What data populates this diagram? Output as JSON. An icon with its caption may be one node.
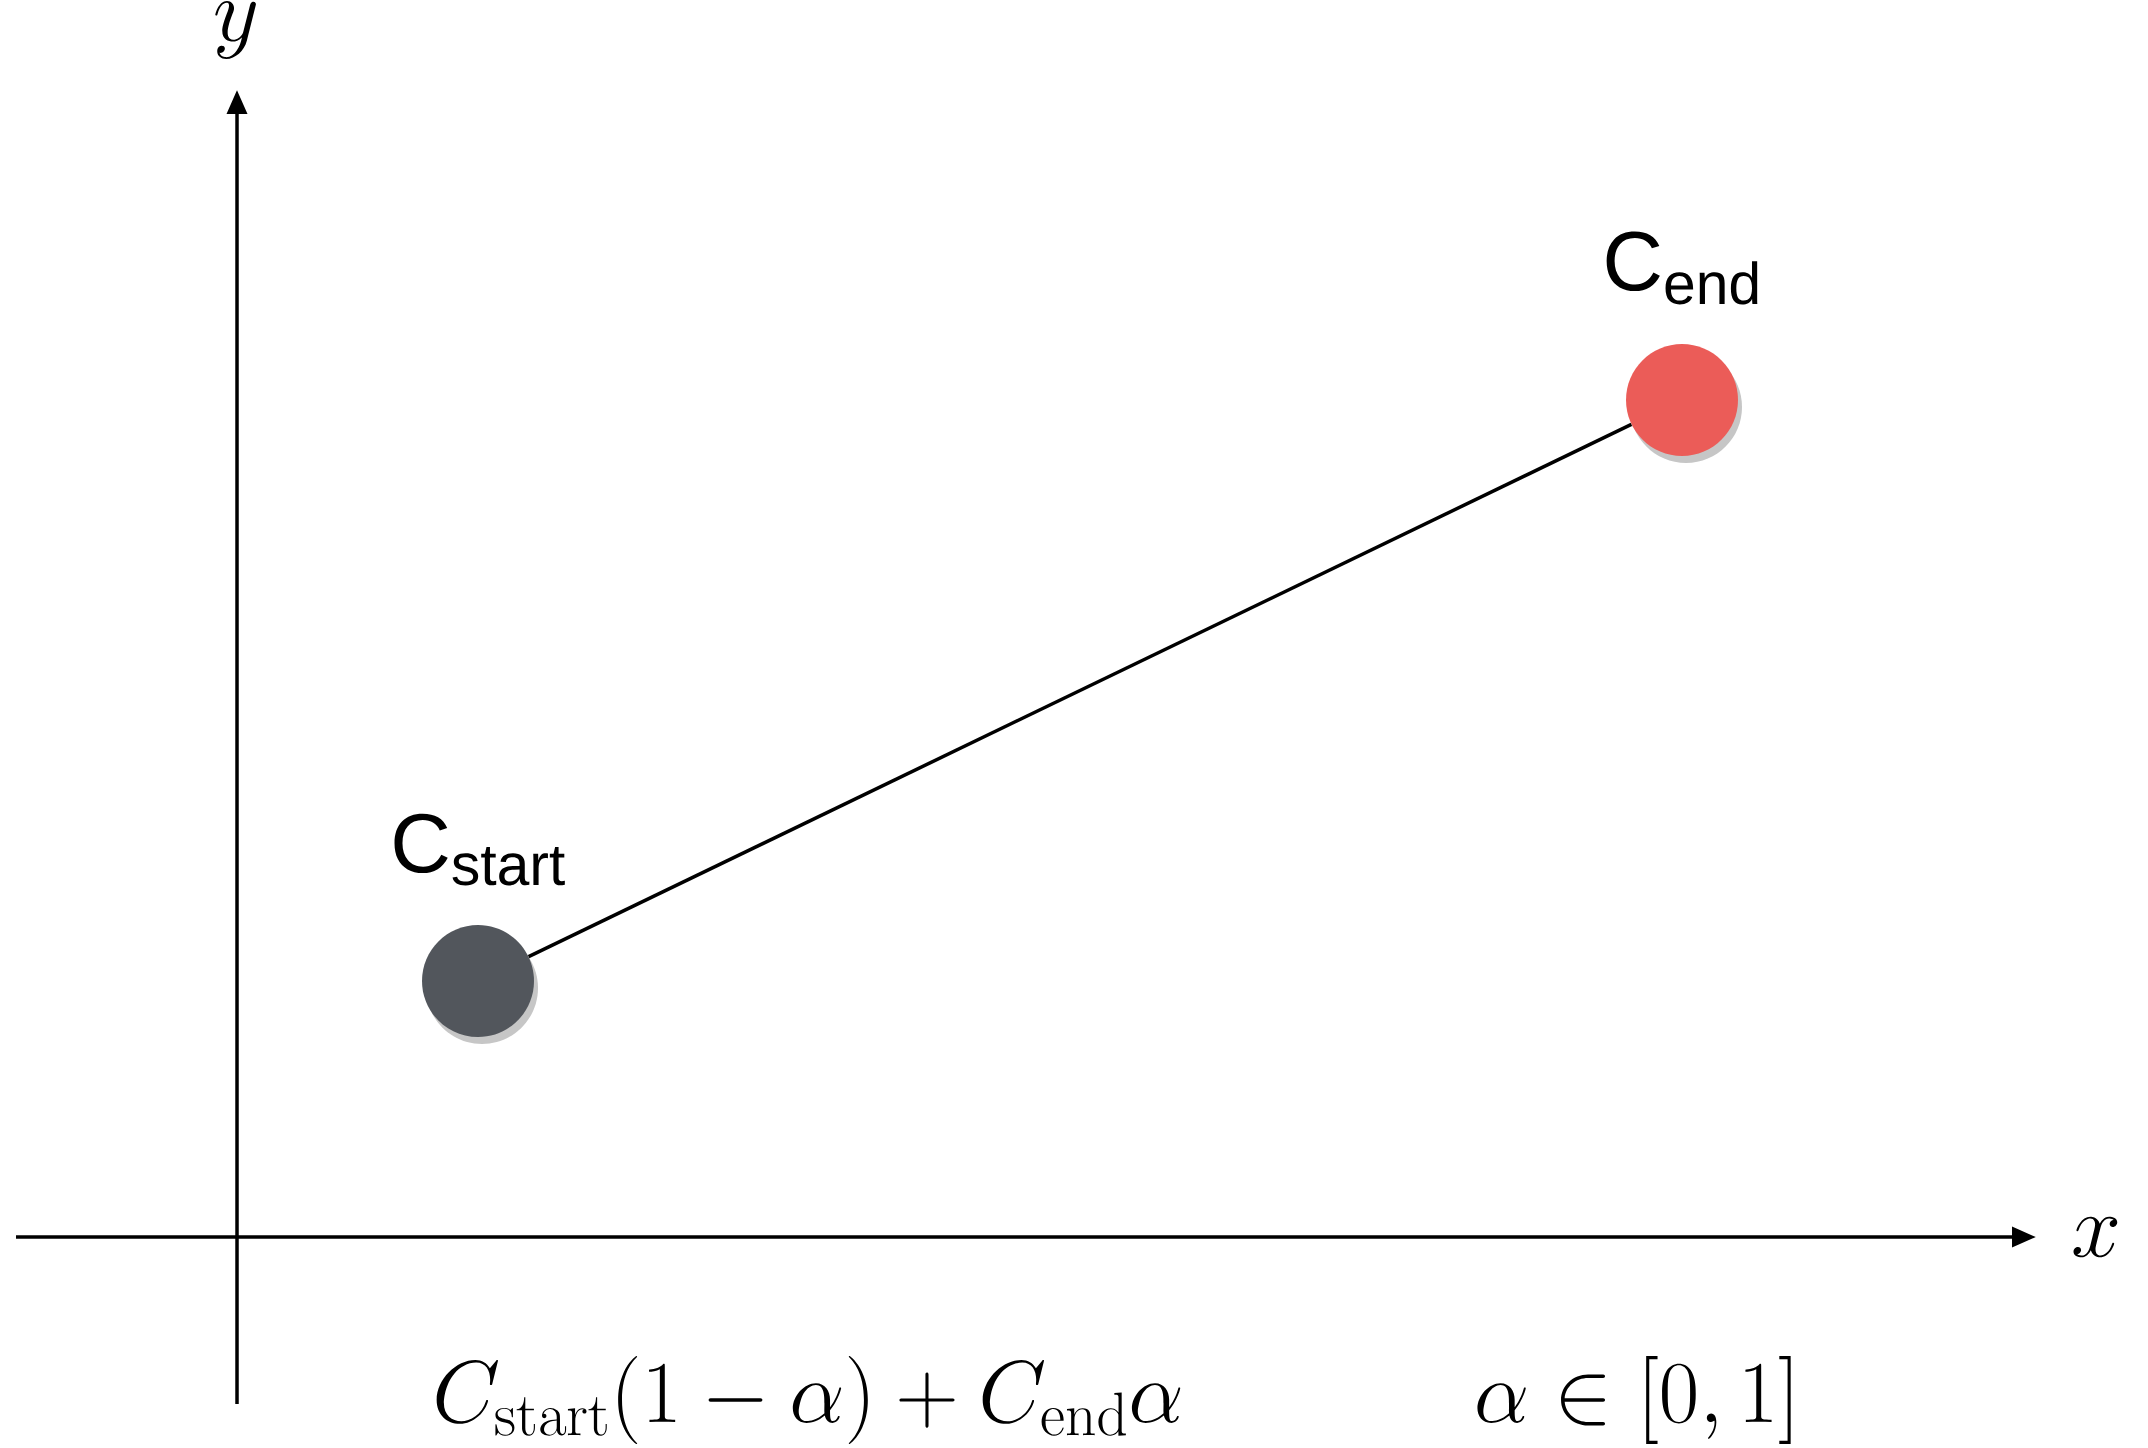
{
  "diagram": {
    "nodes": [
      {
        "text": [
          "C$_{start}$"
        ]
      },
      {
        "text": [
          "C$_{end}$"
        ]
      }
    ],
    "edges": [
      {
        "from": 0,
        "to": 1,
        "arrow": "none"
      }
    ],
    "labels": [
      "y",
      "x",
      "C_{\\mathrm{start}}(1-\\alpha)+C_{\\mathrm{end}}\\alpha",
      "\\alpha\\in[0,1]"
    ]
  }
}
